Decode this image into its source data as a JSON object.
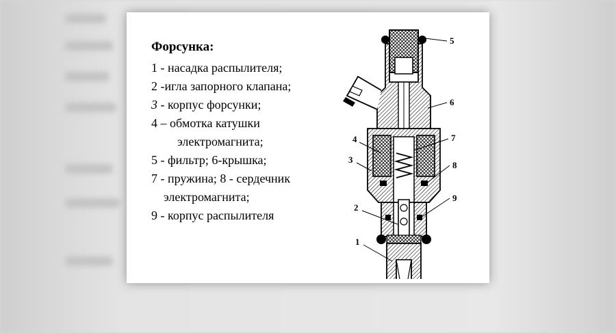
{
  "legend": {
    "title": "Форсунка:",
    "items": [
      {
        "num": "1",
        "text": " - насадка распылителя;"
      },
      {
        "num": "2",
        "text": " -игла запорного клапана;"
      },
      {
        "num": "3",
        "text": " - корпус форсунки;"
      },
      {
        "num": "4",
        "text": " – обмотка катушки"
      },
      {
        "num": "",
        "text": "электромагнита;"
      },
      {
        "num": "5",
        "text": " - фильтр; 6-крышка;"
      },
      {
        "num": "7",
        "text": " - пружина; 8 - сердечник"
      },
      {
        "num": "",
        "text": "электромагнита;"
      },
      {
        "num": "9",
        "text": " - корпус распылителя"
      }
    ]
  },
  "diagram": {
    "callouts": [
      "5",
      "6",
      "7",
      "4",
      "3",
      "8",
      "9",
      "2",
      "1"
    ]
  }
}
